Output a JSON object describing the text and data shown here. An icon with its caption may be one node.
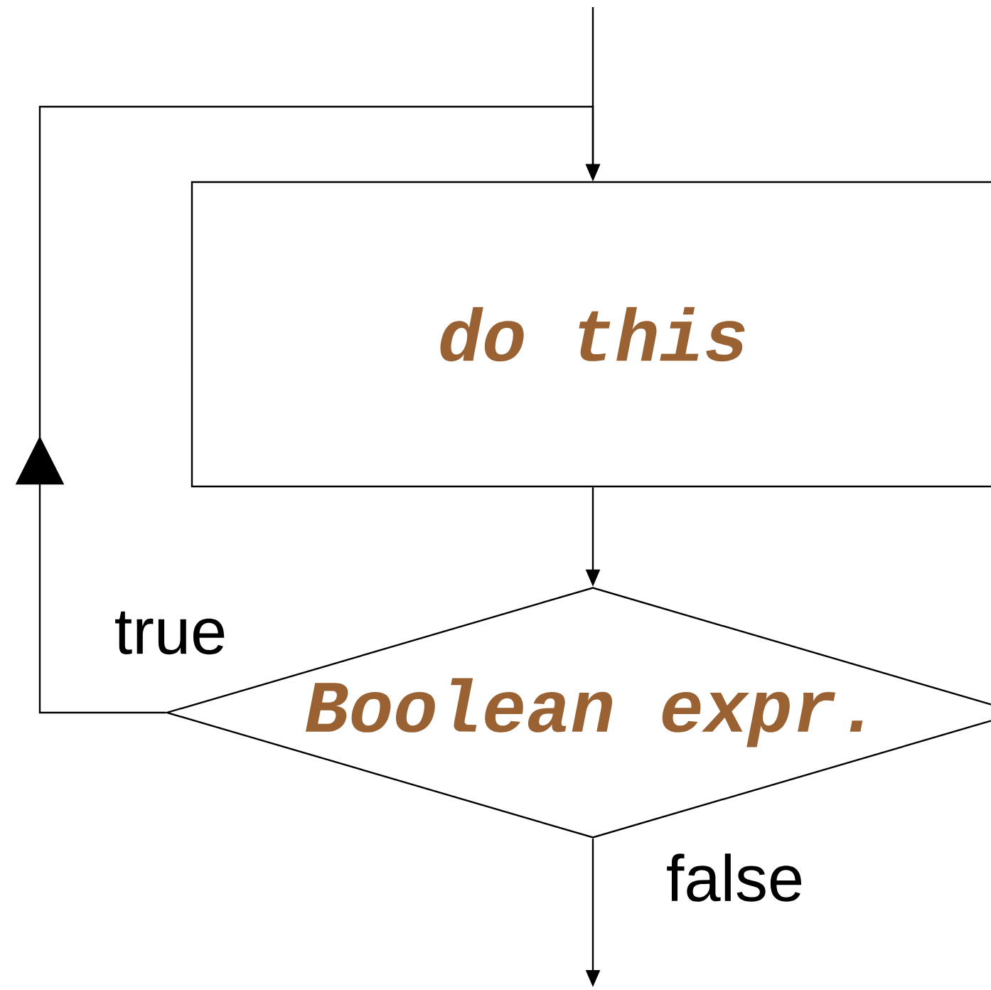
{
  "diagram": {
    "nodes": [
      {
        "text": [
          "do this"
        ]
      },
      {
        "text": [
          "Boolean expr."
        ]
      }
    ],
    "edges": [
      {
        "from": null,
        "to": 0,
        "arrow": "to"
      },
      {
        "from": 0,
        "to": 1,
        "arrow": "to"
      },
      {
        "from": 1,
        "to": 0,
        "arrow": "to",
        "label": "true"
      },
      {
        "from": 1,
        "to": null,
        "arrow": "to",
        "label": "false"
      }
    ]
  }
}
